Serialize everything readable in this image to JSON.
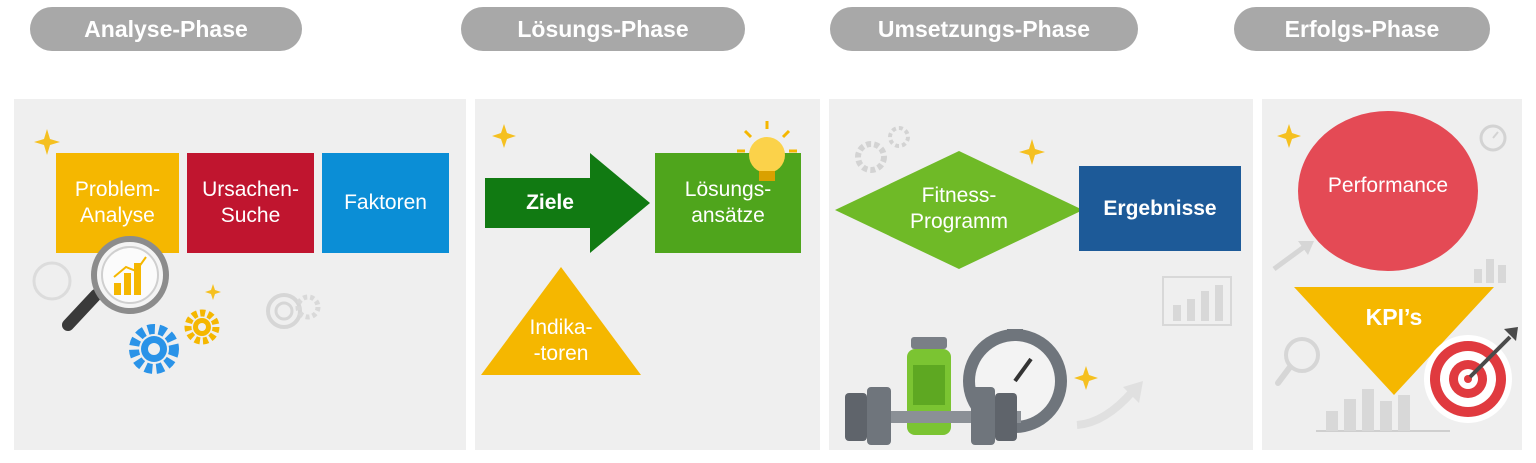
{
  "phases": [
    {
      "label": "Analyse-Phase"
    },
    {
      "label": "Lösungs-Phase"
    },
    {
      "label": "Umsetzungs-Phase"
    },
    {
      "label": "Erfolgs-Phase"
    }
  ],
  "analysis": {
    "box1": "Problem-\nAnalyse",
    "box2": "Ursachen-\nSuche",
    "box3": "Faktoren"
  },
  "solution": {
    "arrow": "Ziele",
    "box": "Lösungs-\nansätze",
    "triangle": "Indika-\n-toren"
  },
  "implementation": {
    "diamond": "Fitness-\nProgramm",
    "box": "Ergebnisse"
  },
  "success": {
    "circle": "Performance",
    "triangle": "KPI’s"
  },
  "colors": {
    "yellow": "#f5b700",
    "red": "#c0152f",
    "blue": "#0b8ed6",
    "dark_green": "#117a12",
    "green": "#4fa51c",
    "lime": "#6fba27",
    "navy": "#1d5a98",
    "coral": "#e44a55",
    "pill_gray": "#a8a8a8"
  }
}
